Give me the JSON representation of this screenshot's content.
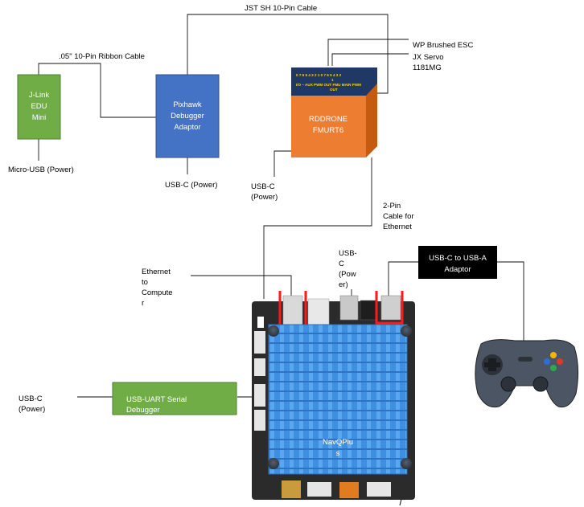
{
  "cables": {
    "jst": "JST SH 10-Pin Cable",
    "ribbon": ".05\" 10-Pin Ribbon Cable",
    "ethernet_cable": [
      "2-Pin",
      "Cable for",
      "Ethernet"
    ]
  },
  "devices": {
    "jlink": [
      "J-Link",
      "EDU",
      "Mini"
    ],
    "pixhawk": [
      "Pixhawk",
      "Debugger",
      "Adaptor"
    ],
    "rddrone": [
      "RDDRONE",
      "FMURT6"
    ],
    "rddrone_pins_top": "0 7 6 5 4 3 2 1 0 7 6 5 4 3 2",
    "rddrone_pins_sub": "1",
    "rddrone_pin_labels": "I/O – AUX PWM OUT FMU MAIN PWM",
    "rddrone_pin_out": "OUT",
    "usb_uart": [
      "USB-UART  Serial",
      "Debugger"
    ],
    "usbc_adaptor": [
      "USB-C to USB-A",
      "Adaptor"
    ],
    "navq": [
      "NavQPlu",
      "s"
    ]
  },
  "labels": {
    "microusb_power": "Micro-USB  (Power)",
    "pixhawk_power": "USB-C  (Power)",
    "rddrone_power": [
      "USB-C",
      "(Power)"
    ],
    "esc": "WP Brushed ESC",
    "servo": [
      "JX Servo",
      "1181MG"
    ],
    "ethernet_computer": [
      "Ethernet",
      "to",
      "Compute",
      "r"
    ],
    "navq_power": [
      "USB-",
      "C",
      "(Pow",
      "er)"
    ],
    "uart_power": [
      "USB-C",
      "(Power)"
    ]
  },
  "colors": {
    "green_box": "#70ad47",
    "blue_box": "#4472c4",
    "orange_box": "#ed7d31",
    "navy_header": "#1f3864",
    "heatsink": "#3f8fe0",
    "board": "#2b2b2b",
    "red_marker": "#ff1a1a"
  }
}
